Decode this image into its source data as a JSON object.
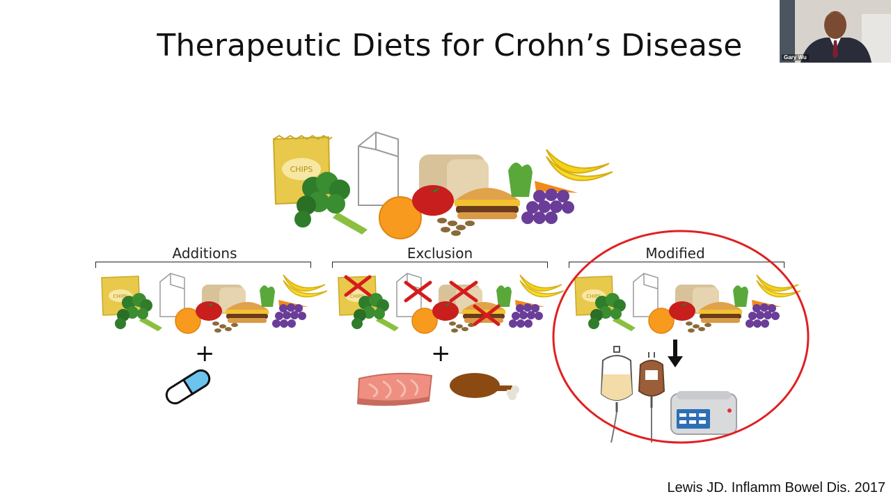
{
  "slide": {
    "title": "Therapeutic Diets for Crohn’s Disease",
    "citation": "Lewis JD. Inflamm Bowel Dis. 2017",
    "chips_label": "CHIPS",
    "sections": [
      {
        "label": "Additions",
        "plus": "+"
      },
      {
        "label": "Exclusion",
        "plus": "+"
      },
      {
        "label": "Modified"
      }
    ],
    "highlight_color": "#e02020"
  },
  "video": {
    "participant_name": "Gary Wu"
  }
}
